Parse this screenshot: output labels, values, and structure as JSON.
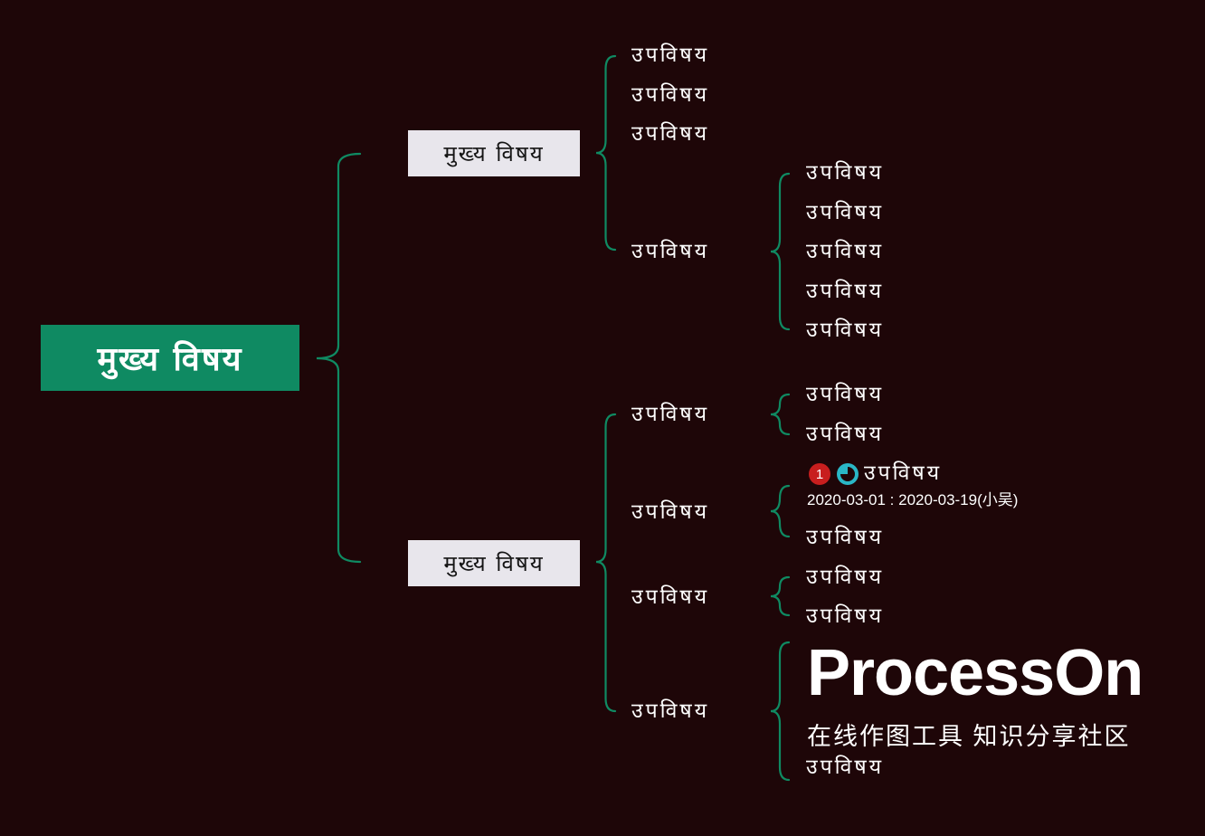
{
  "theme": {
    "background": "#1e0608",
    "accent": "#0f8a62",
    "main_topic_fill": "#e8e6ec",
    "bracket": "#0f8a62",
    "priority_badge": "#c81e1e",
    "progress_badge": "#2ab7c6"
  },
  "mindmap": {
    "root": "मुख्य विषय",
    "branches": [
      {
        "label": "मुख्य विषय",
        "children": [
          {
            "label": "उपविषय"
          },
          {
            "label": "उपविषय"
          },
          {
            "label": "उपविषय"
          },
          {
            "label": "उपविषय",
            "children": [
              "उपविषय",
              "उपविषय",
              "उपविषय",
              "उपविषय",
              "उपविषय"
            ]
          }
        ]
      },
      {
        "label": "मुख्य विषय",
        "children": [
          {
            "label": "उपविषय",
            "children": [
              "उपविषय",
              "उपविषय"
            ]
          },
          {
            "label": "उपविषय",
            "children": [
              {
                "label": "उपविषय",
                "priority": "1",
                "progress_icon": "progress-quarter-icon",
                "dates": "2020-03-01 : 2020-03-19(小吴)"
              },
              "उपविषय"
            ]
          },
          {
            "label": "उपविषय",
            "children": [
              "उपविषय",
              "उपविषय"
            ]
          },
          {
            "label": "उपविषय",
            "children": [
              "उपविषय"
            ]
          }
        ]
      }
    ]
  },
  "watermark": {
    "brand": "ProcessOn",
    "tagline": "在线作图工具 知识分享社区"
  }
}
